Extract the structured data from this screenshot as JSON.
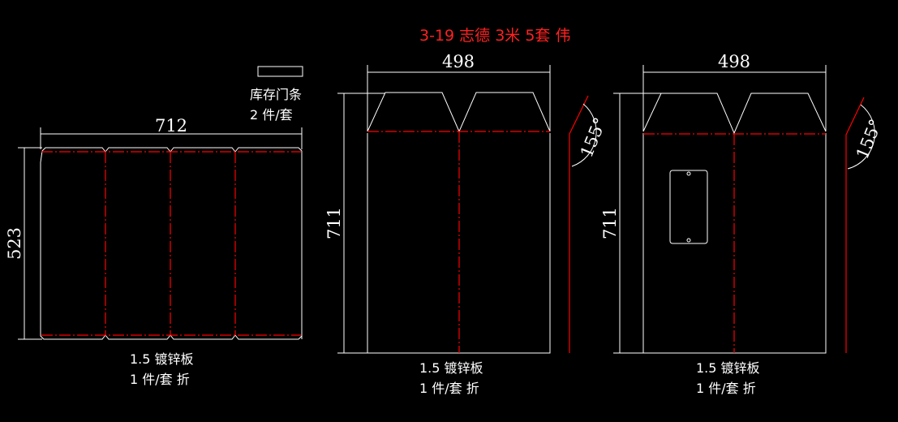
{
  "title": "3-19 志德 3米  5套 伟",
  "part_left": {
    "name": "库存门条",
    "qty": "2 件/套",
    "width_dim": "712",
    "height_dim": "523",
    "material": "1.5 镀锌板",
    "note": "1 件/套 折"
  },
  "part_middle": {
    "width_dim": "498",
    "height_dim": "711",
    "angle": "155°",
    "material": "1.5 镀锌板",
    "note": "1 件/套 折"
  },
  "part_right": {
    "width_dim": "498",
    "height_dim": "711",
    "angle": "155°",
    "material": "1.5 镀锌板",
    "note": "1 件/套 折"
  },
  "colors": {
    "background": "#000000",
    "outline": "#ffffff",
    "fold_line": "#ff0000"
  }
}
